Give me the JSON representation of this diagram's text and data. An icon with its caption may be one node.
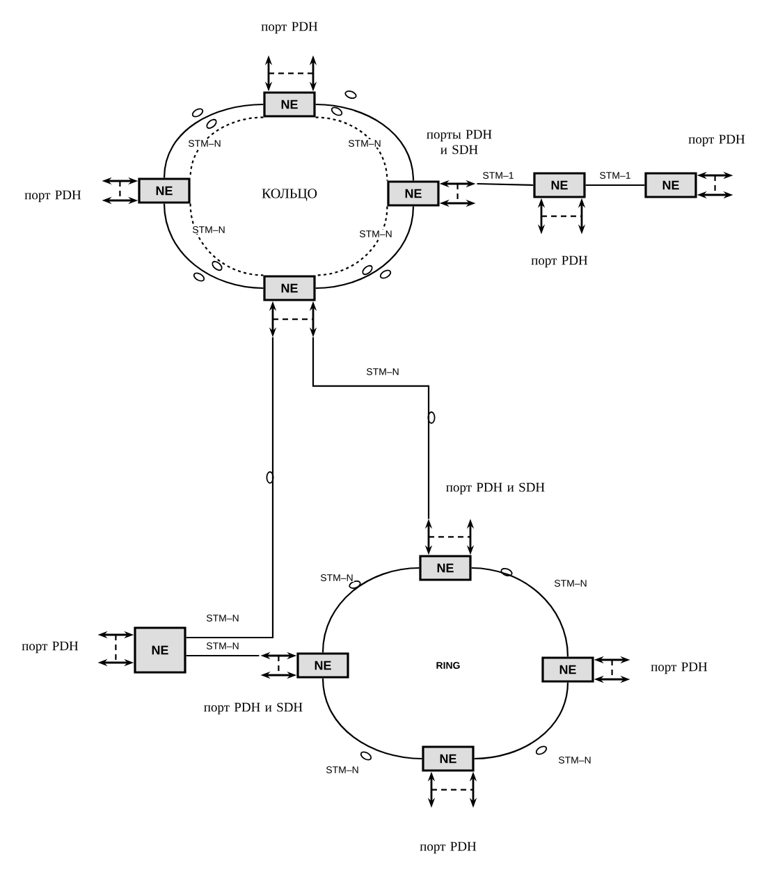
{
  "diagram": {
    "nodes": [
      {
        "text": [
          "NE"
        ]
      },
      {
        "text": [
          "NE"
        ]
      },
      {
        "text": [
          "NE"
        ]
      },
      {
        "text": [
          "NE"
        ]
      },
      {
        "text": [
          "NE"
        ]
      },
      {
        "text": [
          "NE"
        ]
      },
      {
        "text": [
          "NE"
        ]
      },
      {
        "text": [
          "NE"
        ]
      },
      {
        "text": [
          "NE"
        ]
      },
      {
        "text": [
          "NE"
        ]
      },
      {
        "text": [
          "NE"
        ]
      }
    ],
    "edges": [
      {
        "from": 0,
        "to": 1,
        "arrow": "none"
      },
      {
        "from": 0,
        "to": 2,
        "arrow": "none"
      },
      {
        "from": 1,
        "to": 3,
        "arrow": "none"
      },
      {
        "from": 2,
        "to": 3,
        "arrow": "none"
      },
      {
        "from": 0,
        "to": 1,
        "arrow": "none",
        "style": "dashed",
        "label": "STM–N"
      },
      {
        "from": 0,
        "to": 2,
        "arrow": "none",
        "style": "dashed",
        "label": "STM–N"
      },
      {
        "from": 1,
        "to": 3,
        "arrow": "none",
        "style": "dashed",
        "label": "STM–N"
      },
      {
        "from": 2,
        "to": 3,
        "arrow": "none",
        "style": "dashed",
        "label": "STM–N"
      },
      {
        "from": 2,
        "to": 4,
        "arrow": "none",
        "label": "STM–1"
      },
      {
        "from": 4,
        "to": 5,
        "arrow": "none",
        "label": "STM–1"
      },
      {
        "from": 3,
        "to": 6,
        "arrow": "none",
        "label": "STM–N"
      },
      {
        "from": 3,
        "to": 7,
        "arrow": "none",
        "label": "STM–N"
      },
      {
        "from": 7,
        "to": 8,
        "arrow": "none",
        "label": "STM–N"
      },
      {
        "from": 6,
        "to": 8,
        "arrow": "none",
        "label": "STM–N"
      },
      {
        "from": 6,
        "to": 9,
        "arrow": "none",
        "label": "STM–N"
      },
      {
        "from": 8,
        "to": 10,
        "arrow": "none",
        "label": "STM–N"
      },
      {
        "from": 9,
        "to": 10,
        "arrow": "none",
        "label": "STM–N"
      },
      {
        "from": 0,
        "to": null,
        "arrow": "both"
      },
      {
        "from": 0,
        "to": null,
        "arrow": "both"
      },
      {
        "from": 1,
        "to": null,
        "arrow": "both"
      },
      {
        "from": 1,
        "to": null,
        "arrow": "both"
      },
      {
        "from": 2,
        "to": null,
        "arrow": "both"
      },
      {
        "from": 2,
        "to": null,
        "arrow": "both"
      },
      {
        "from": 3,
        "to": null,
        "arrow": "both"
      },
      {
        "from": 3,
        "to": null,
        "arrow": "both"
      },
      {
        "from": 4,
        "to": null,
        "arrow": "both"
      },
      {
        "from": 4,
        "to": null,
        "arrow": "both"
      },
      {
        "from": 5,
        "to": null,
        "arrow": "both"
      },
      {
        "from": 5,
        "to": null,
        "arrow": "both"
      },
      {
        "from": 6,
        "to": null,
        "arrow": "both"
      },
      {
        "from": 6,
        "to": null,
        "arrow": "both"
      },
      {
        "from": 7,
        "to": null,
        "arrow": "both"
      },
      {
        "from": 7,
        "to": null,
        "arrow": "both"
      },
      {
        "from": 8,
        "to": null,
        "arrow": "both"
      },
      {
        "from": 8,
        "to": null,
        "arrow": "both"
      },
      {
        "from": 9,
        "to": null,
        "arrow": "both"
      },
      {
        "from": 9,
        "to": null,
        "arrow": "both"
      },
      {
        "from": 10,
        "to": null,
        "arrow": "both"
      },
      {
        "from": 10,
        "to": null,
        "arrow": "both"
      }
    ],
    "labels": [
      "порт PDH",
      "порты PDH и SDH",
      "порт PDH",
      "порт PDH",
      "КОЛЬЦО",
      "порт PDH",
      "порт PDH и SDH",
      "порт PDH",
      "RING",
      "порт PDH",
      "порт PDH и SDH",
      "порт PDH"
    ]
  }
}
